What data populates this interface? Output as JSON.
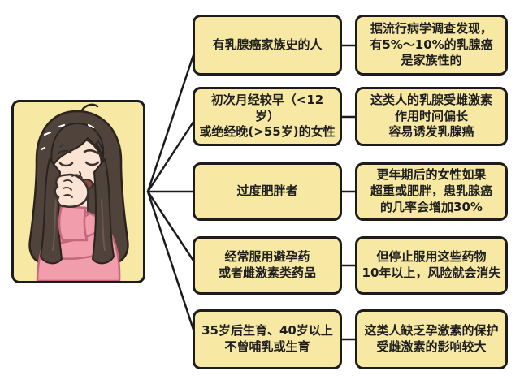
{
  "colors": {
    "background": "#ffffff",
    "box_fill": "#f7e9a3",
    "box_border": "#1c1c1c",
    "connector_line": "#1b1b1b",
    "text": "#1e1e1e",
    "sweater_pink": "#f19dab",
    "hair_brown": "#4f433b",
    "skin": "#fbe4d3"
  },
  "figure": {
    "icon": "worried-woman-illustration"
  },
  "rows": [
    {
      "factor": "有乳腺癌家族史的人",
      "detail": "据流行病学调查发现，\n有5%～10%的乳腺癌\n是家族性的"
    },
    {
      "factor": "初次月经较早（<12岁）\n或绝经晚(>55岁)的女性",
      "detail": "这类人的乳腺受雌激素\n作用时间偏长\n容易诱发乳腺癌"
    },
    {
      "factor": "过度肥胖者",
      "detail": "更年期后的女性如果\n超重或肥胖，患乳腺癌\n的几率会增加30%"
    },
    {
      "factor": "经常服用避孕药\n或者雌激素类药品",
      "detail": "但停止服用这些药物\n10年以上，风险就会消失"
    },
    {
      "factor": "35岁后生育、40岁以上\n不曾哺乳或生育",
      "detail": "这类人缺乏孕激素的保护\n受雌激素的影响较大"
    }
  ]
}
